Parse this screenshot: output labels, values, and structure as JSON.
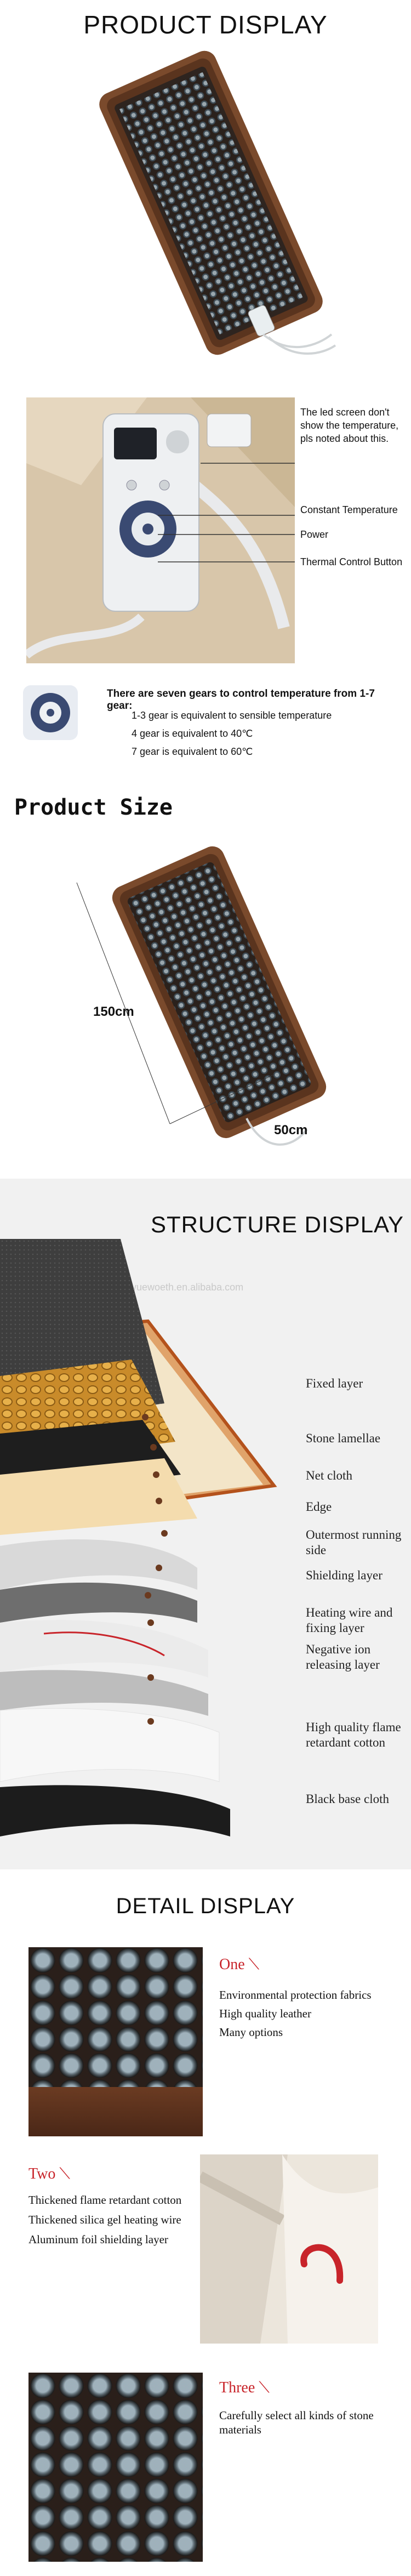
{
  "sections": {
    "product_display": {
      "title": "PRODUCT DISPLAY"
    },
    "controller": {
      "callout_led": "The led screen don't show the temperature, pls noted about this.",
      "callout_constant": "Constant Temperature",
      "callout_power": "Power",
      "callout_thermal": "Thermal Control Button"
    },
    "gears": {
      "heading": "There are seven gears to control temperature from 1-7 gear:",
      "lines": [
        "1-3 gear is equivalent to sensible temperature",
        "4 gear is equivalent to 40℃",
        "7 gear is equivalent to 60℃"
      ]
    },
    "product_size": {
      "title": "Product Size",
      "length": "150cm",
      "width": "50cm"
    },
    "structure": {
      "title": "STRUCTURE DISPLAY",
      "watermark": "yuewoeth.en.alibaba.com",
      "layers": [
        "Fixed layer",
        "Stone lamellae",
        "Net cloth",
        "Edge",
        "Outermost running side",
        "Shielding layer",
        "Heating wire and fixing layer",
        "Negative ion releasing layer",
        "High quality flame retardant cotton",
        "Black base cloth"
      ]
    },
    "detail": {
      "title": "DETAIL DISPLAY",
      "one": {
        "label": "One",
        "lines": [
          "Environmental protection fabrics",
          "High quality leather",
          "Many options"
        ]
      },
      "two": {
        "label": "Two",
        "lines": [
          "Thickened flame retardant cotton",
          "Thickened silica gel heating wire",
          "Aluminum foil shielding layer"
        ]
      },
      "three": {
        "label": "Three",
        "lines": [
          "Carefully select all kinds of stone materials"
        ]
      }
    }
  },
  "colors": {
    "accent_red": "#c8242a",
    "mat_brown": "#7a4a2c",
    "band_gray": "#f1f1f1"
  }
}
